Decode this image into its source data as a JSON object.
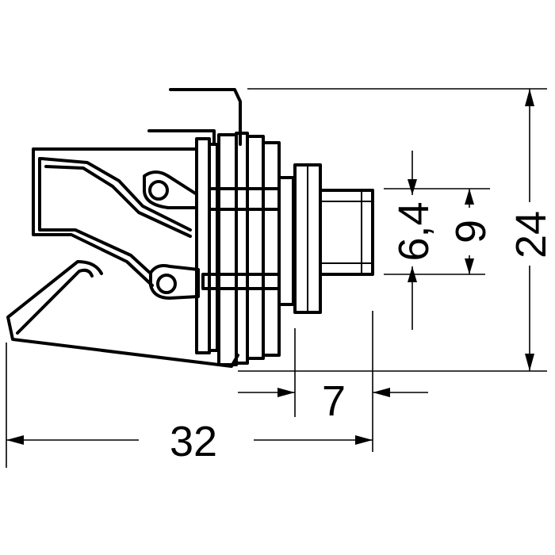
{
  "dimensions": {
    "total_length": "32",
    "height": "24",
    "thread_length": "7",
    "outer_diameter": "9",
    "inner_diameter": "6,4"
  }
}
